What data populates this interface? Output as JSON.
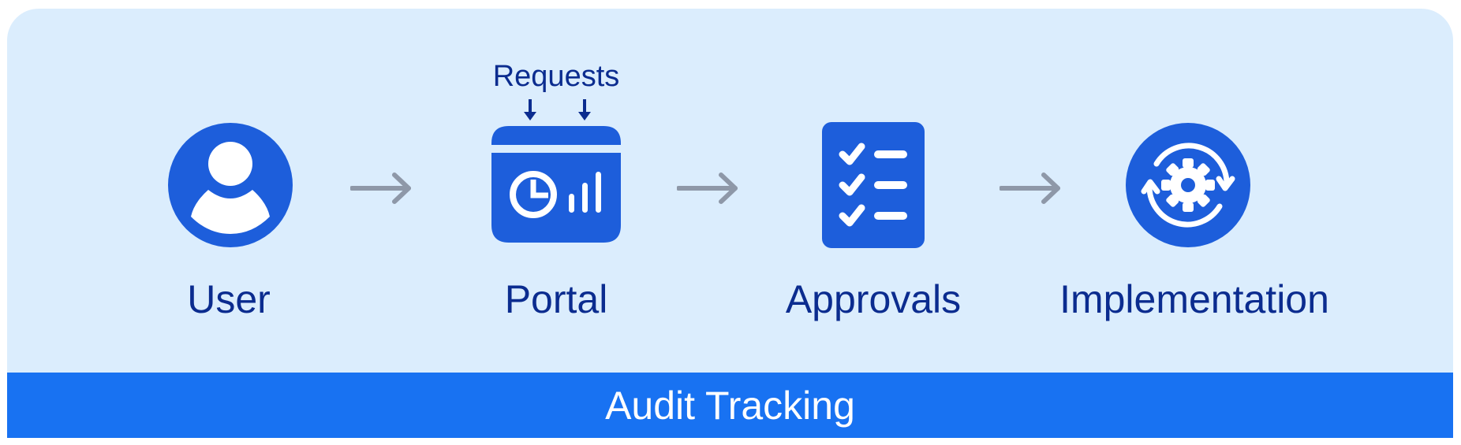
{
  "nodes": [
    {
      "label": "User",
      "icon": "user-icon"
    },
    {
      "label": "Portal",
      "icon": "dashboard-icon"
    },
    {
      "label": "Approvals",
      "icon": "checklist-icon"
    },
    {
      "label": "Implementation",
      "icon": "gear-cycle-icon"
    }
  ],
  "portal_input_label": "Requests",
  "footer_label": "Audit Tracking",
  "colors": {
    "panel_background": "#dbedfd",
    "icon_blue": "#1d5edb",
    "label_navy": "#0b2c8f",
    "arrow_gray": "#8e98a8",
    "footer_blue": "#1872f2"
  }
}
